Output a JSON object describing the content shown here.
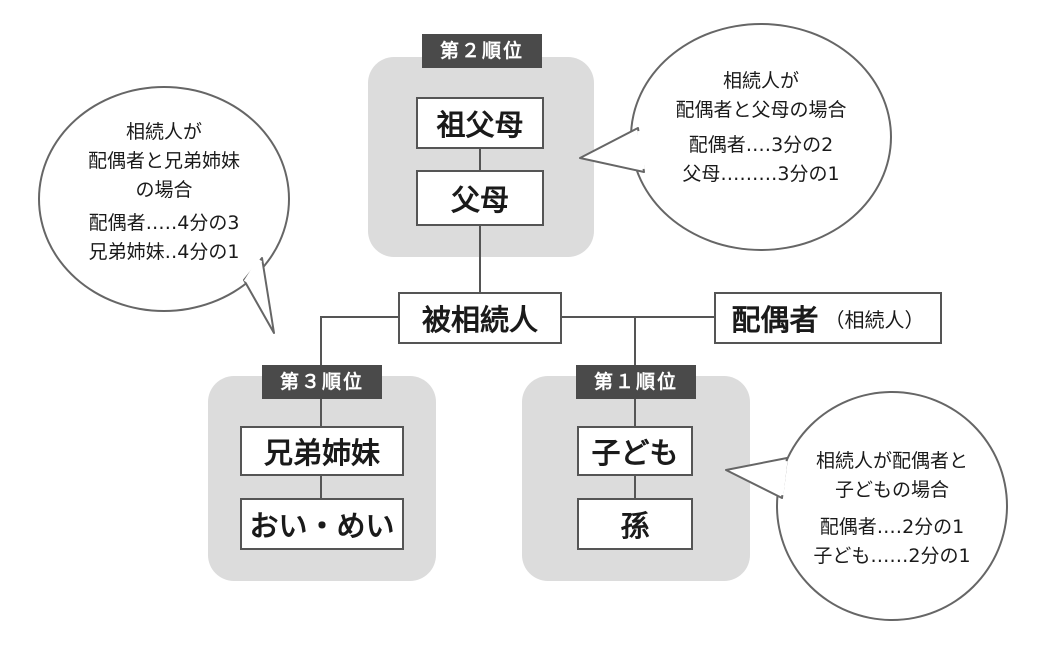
{
  "ranks": {
    "rank2": "第２順位",
    "rank3": "第３順位",
    "rank1": "第１順位"
  },
  "nodes": {
    "grandparents": "祖父母",
    "parents": "父母",
    "deceased": "被相続人",
    "spouse": "配偶者",
    "spouse_sub": "（相続人）",
    "siblings": "兄弟姉妹",
    "nephews": "おい・めい",
    "children": "子ども",
    "grandchildren": "孫"
  },
  "bubbles": {
    "left": {
      "title1": "相続人が",
      "title2": "配偶者と兄弟姉妹",
      "title3": "の場合",
      "share1": "配偶者…‥4分の3",
      "share2": "兄弟姉妹‥4分の1"
    },
    "top_right": {
      "title1": "相続人が",
      "title2": "配偶者と父母の場合",
      "share1": "配偶者‥‥3分の2",
      "share2": "父母………3分の1"
    },
    "bottom_right": {
      "title1": "相続人が配偶者と",
      "title2": "子どもの場合",
      "share1": "配偶者‥‥2分の1",
      "share2": "子ども……2分の1"
    }
  }
}
